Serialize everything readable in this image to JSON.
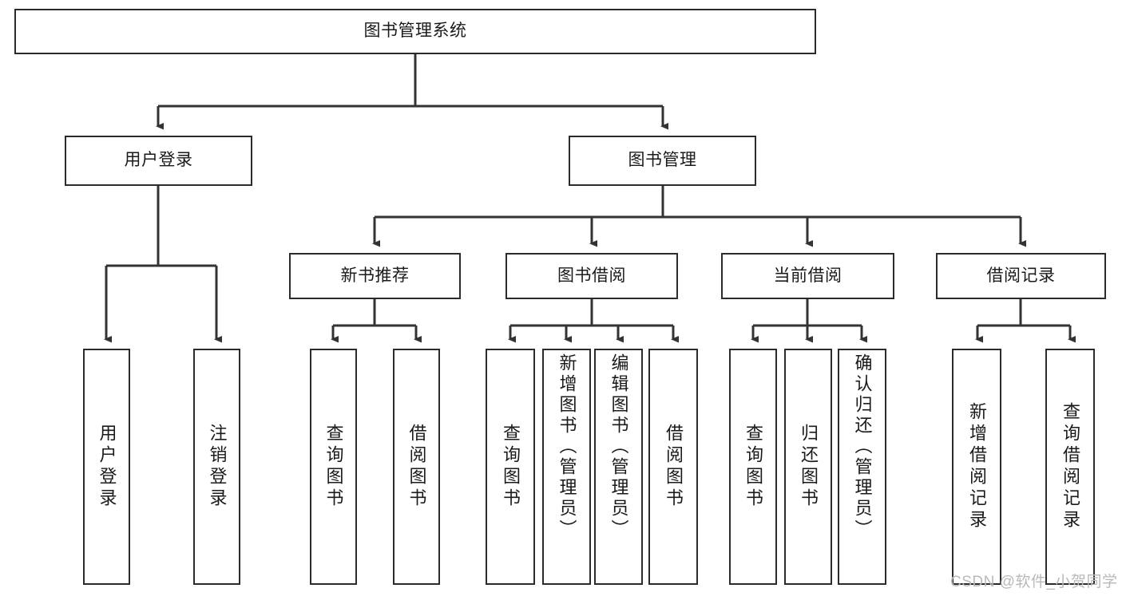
{
  "diagram": {
    "type": "tree-hierarchy",
    "title": "图书管理系统",
    "orientation": "top-down",
    "colors": {
      "box_border": "#2b2b2b",
      "box_fill": "#ffffff",
      "edge": "#333333",
      "text": "#1a1a1a",
      "watermark": "#b9b9b9",
      "background": "#ffffff"
    },
    "levels": {
      "root": "图书管理系统",
      "level2": [
        "用户登录",
        "图书管理"
      ],
      "level3": [
        "新书推荐",
        "图书借阅",
        "当前借阅",
        "借阅记录"
      ]
    }
  },
  "nodes": {
    "root": {
      "id": "root",
      "label": "图书管理系统"
    },
    "user_login": {
      "id": "user_login",
      "label": "用户登录"
    },
    "book_manage": {
      "id": "book_manage",
      "label": "图书管理"
    },
    "new_book_rec": {
      "id": "new_book_rec",
      "label": "新书推荐"
    },
    "book_borrow": {
      "id": "book_borrow",
      "label": "图书借阅"
    },
    "current_borrow": {
      "id": "current_borrow",
      "label": "当前借阅"
    },
    "borrow_record": {
      "id": "borrow_record",
      "label": "借阅记录"
    },
    "leaf_user_login": {
      "id": "leaf_user_login",
      "label": "用户登录"
    },
    "leaf_logout": {
      "id": "leaf_logout",
      "label": "注销登录"
    },
    "leaf_query_book_1": {
      "id": "leaf_query_book_1",
      "label": "查询图书"
    },
    "leaf_borrow_book_1": {
      "id": "leaf_borrow_book_1",
      "label": "借阅图书"
    },
    "leaf_query_book_2": {
      "id": "leaf_query_book_2",
      "label": "查询图书"
    },
    "leaf_add_book": {
      "id": "leaf_add_book",
      "label": "新增图书（管理员）"
    },
    "leaf_edit_book": {
      "id": "leaf_edit_book",
      "label": "编辑图书（管理员）"
    },
    "leaf_borrow_book_2": {
      "id": "leaf_borrow_book_2",
      "label": "借阅图书"
    },
    "leaf_query_book_3": {
      "id": "leaf_query_book_3",
      "label": "查询图书"
    },
    "leaf_return_book": {
      "id": "leaf_return_book",
      "label": "归还图书"
    },
    "leaf_confirm_return": {
      "id": "leaf_confirm_return",
      "label": "确认归还（管理员）"
    },
    "leaf_add_record": {
      "id": "leaf_add_record",
      "label": "新增借阅记录"
    },
    "leaf_query_record": {
      "id": "leaf_query_record",
      "label": "查询借阅记录"
    }
  },
  "edges": [
    {
      "from": "root",
      "to": "user_login"
    },
    {
      "from": "root",
      "to": "book_manage"
    },
    {
      "from": "user_login",
      "to": "leaf_user_login"
    },
    {
      "from": "user_login",
      "to": "leaf_logout"
    },
    {
      "from": "book_manage",
      "to": "new_book_rec"
    },
    {
      "from": "book_manage",
      "to": "book_borrow"
    },
    {
      "from": "book_manage",
      "to": "current_borrow"
    },
    {
      "from": "book_manage",
      "to": "borrow_record"
    },
    {
      "from": "new_book_rec",
      "to": "leaf_query_book_1"
    },
    {
      "from": "new_book_rec",
      "to": "leaf_borrow_book_1"
    },
    {
      "from": "book_borrow",
      "to": "leaf_query_book_2"
    },
    {
      "from": "book_borrow",
      "to": "leaf_add_book"
    },
    {
      "from": "book_borrow",
      "to": "leaf_edit_book"
    },
    {
      "from": "book_borrow",
      "to": "leaf_borrow_book_2"
    },
    {
      "from": "current_borrow",
      "to": "leaf_query_book_3"
    },
    {
      "from": "current_borrow",
      "to": "leaf_return_book"
    },
    {
      "from": "current_borrow",
      "to": "leaf_confirm_return"
    },
    {
      "from": "borrow_record",
      "to": "leaf_add_record"
    },
    {
      "from": "borrow_record",
      "to": "leaf_query_record"
    }
  ],
  "watermark": {
    "text": "CSDN @软件_小贺同学"
  }
}
